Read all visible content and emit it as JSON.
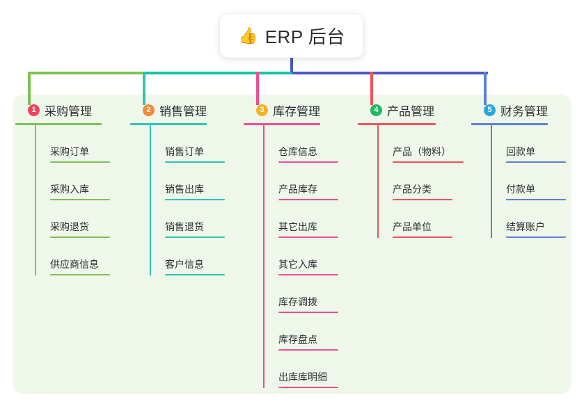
{
  "root": {
    "icon": "thumbs-up-icon",
    "icon_glyph": "👍",
    "title": "ERP 后台"
  },
  "palette": {
    "panel_bg": "#eff7ea",
    "page_bg": "#ffffff",
    "stem": "#4a58c8",
    "bus_left": "#7cc152",
    "bus_mid": "#12c2a6",
    "bus_right": "#4a58c8",
    "text": "#2b2f33"
  },
  "columns": [
    {
      "number": "1",
      "title": "采购管理",
      "badge_color": "#f2425f",
      "line_color": "#7cc152",
      "items": [
        "采购订单",
        "采购入库",
        "采购退货",
        "供应商信息"
      ]
    },
    {
      "number": "2",
      "title": "销售管理",
      "badge_color": "#f08a3c",
      "line_color": "#2ec4b0",
      "items": [
        "销售订单",
        "销售出库",
        "销售退货",
        "客户信息"
      ]
    },
    {
      "number": "3",
      "title": "库存管理",
      "badge_color": "#f5b324",
      "line_color": "#ef4d94",
      "items": [
        "仓库信息",
        "产品库存",
        "其它出库",
        "其它入库",
        "库存调拨",
        "库存盘点",
        "出库库明细"
      ]
    },
    {
      "number": "4",
      "title": "产品管理",
      "badge_color": "#22b763",
      "line_color": "#f0535a",
      "items": [
        "产品（物料）",
        "产品分类",
        "产品单位"
      ]
    },
    {
      "number": "5",
      "title": "财务管理",
      "badge_color": "#29a8e0",
      "line_color": "#5b7fd4",
      "items": [
        "回款单",
        "付款单",
        "结算账户"
      ]
    }
  ]
}
